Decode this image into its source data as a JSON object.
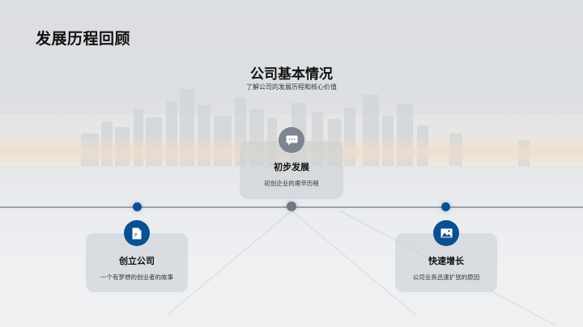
{
  "slide": {
    "title": "发展历程回顾",
    "section": {
      "title": "公司基本情况",
      "subtitle": "了解公司的发展历程和核心价值"
    },
    "timeline": {
      "milestones": [
        {
          "title": "创立公司",
          "description": "一个有梦想的创业者的故事",
          "icon": "document-icon",
          "position": "below",
          "dot_color": "#0b4f93"
        },
        {
          "title": "初步发展",
          "description": "初创企业的艰辛历程",
          "icon": "chat-bubble-icon",
          "position": "above",
          "dot_color": "#6f7783"
        },
        {
          "title": "快速增长",
          "description": "公司业务迅速扩张的原因",
          "icon": "image-icon",
          "position": "below",
          "dot_color": "#0b4f93"
        }
      ]
    }
  },
  "colors": {
    "accent_blue": "#0b4f93",
    "accent_grey": "#7c8591",
    "line": "#9ea3aa"
  }
}
